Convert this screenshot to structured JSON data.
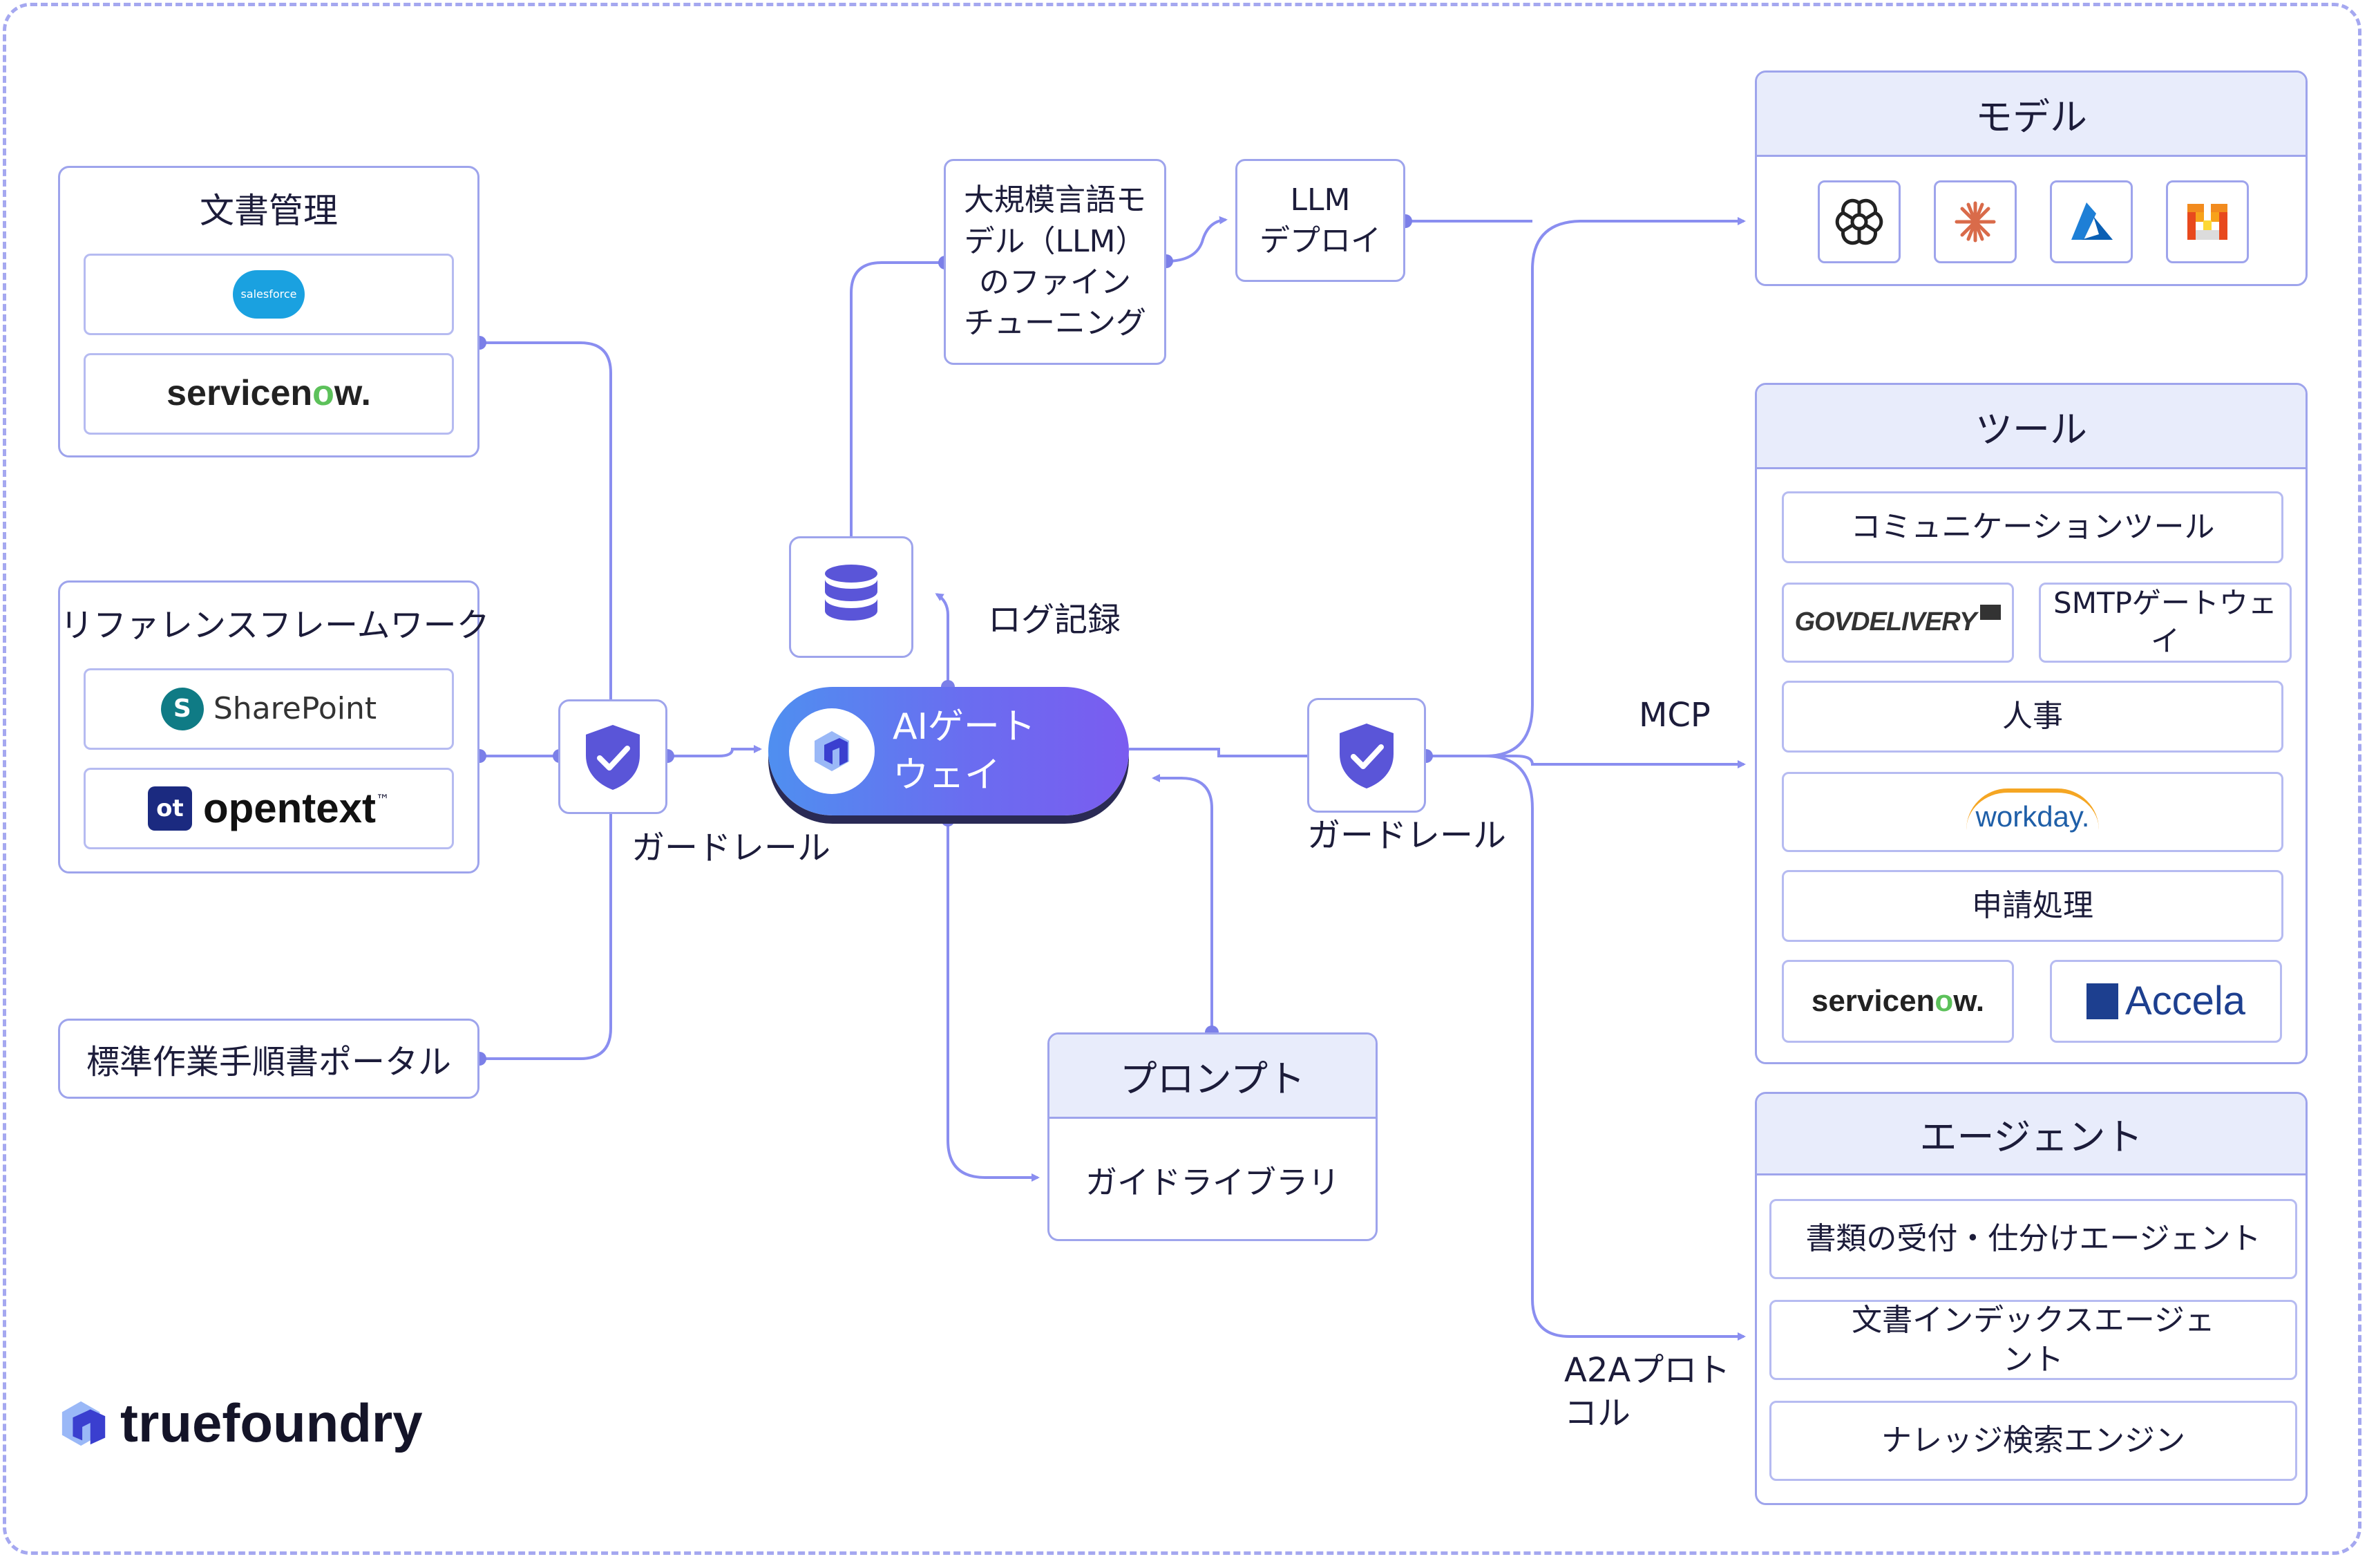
{
  "doc_mgmt": {
    "title": "文書管理",
    "logo1": "salesforce",
    "logo2a": "servicen",
    "logo2b": "w."
  },
  "ref_fw": {
    "title": "リファレンスフレームワーク",
    "logo1": "SharePoint",
    "logo2": "opentext",
    "logo2_tm": "™"
  },
  "sop": {
    "label": "標準作業手順書ポータル"
  },
  "guardrail_left": {
    "label": "ガードレール"
  },
  "guardrail_right": {
    "label": "ガードレール"
  },
  "gateway": {
    "line1": "AIゲート",
    "line2": "ウェイ"
  },
  "log": {
    "label": "ログ記録"
  },
  "finetune": {
    "line1": "大規模言語モ",
    "line2": "デル（LLM）",
    "line3": "のファイン",
    "line4": "チューニング"
  },
  "deploy": {
    "line1": "LLM",
    "line2": "デプロイ"
  },
  "prompt": {
    "title": "プロンプト",
    "item": "ガイドライブラリ"
  },
  "mcp": {
    "label": "MCP"
  },
  "a2a": {
    "line1": "A2Aプロト",
    "line2": "コル"
  },
  "models": {
    "title": "モデル",
    "icons": [
      "openai-icon",
      "anthropic-icon",
      "azure-icon",
      "mistral-icon"
    ]
  },
  "tools": {
    "title": "ツール",
    "comm": "コミュニケーションツール",
    "govdelivery": "GOVDELIVERY",
    "smtp": "SMTPゲートウェイ",
    "hr": "人事",
    "workday": "workday.",
    "apply": "申請処理",
    "servicenow_a": "servicen",
    "servicenow_b": "w.",
    "accela": "Accela"
  },
  "agents": {
    "title": "エージェント",
    "items": [
      "書類の受付・仕分けエージェント",
      "文書インデックスエージェ",
      "ント",
      "ナレッジ検索エンジン"
    ]
  },
  "brand": {
    "name": "truefoundry"
  },
  "colors": {
    "accent": "#7b7fe8",
    "border": "#9ea4ec",
    "header": "#e8ecfb",
    "shield": "#5a55d8"
  }
}
